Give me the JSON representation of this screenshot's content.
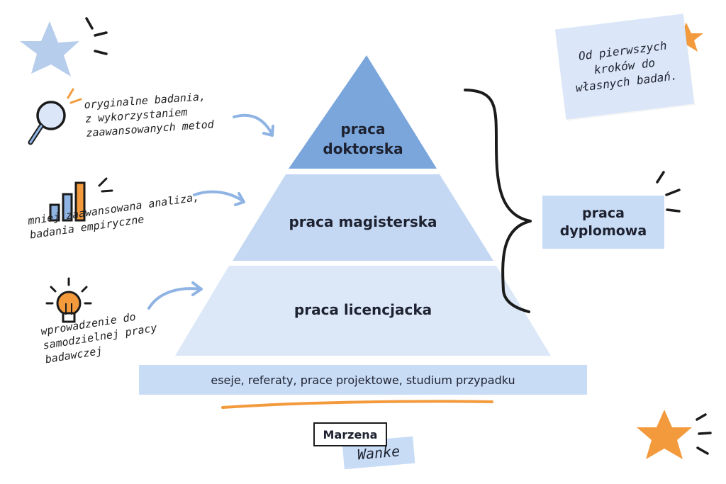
{
  "pyramid": {
    "top": "praca\ndoktorska",
    "middle": "praca magisterska",
    "bottom": "praca licencjacka",
    "base": "eseje, referaty, prace projektowe, studium przypadku"
  },
  "annotations": {
    "top": "oryginalne badania,\nz wykorzystaniem\nzaawansowanych metod",
    "middle": "mniej zaawansowana analiza,\nbadania empiryczne",
    "bottom": "wprowadzenie do\nsamodzielnej pracy\nbadawczej"
  },
  "note": "Od pierwszych\nkroków do\nwłasnych badań.",
  "brace_label": "praca\ndyplomowa",
  "logo": {
    "line1": "Marzena",
    "line2": "Wanke"
  },
  "icons": [
    "magnifier-icon",
    "bar-chart-icon",
    "lightbulb-icon",
    "star-icon"
  ],
  "colors": {
    "top": "#7aa6dc",
    "middle": "#c4d8f3",
    "bottom": "#dce8f8",
    "base": "#c9dcf6",
    "accent": "#f39a3d",
    "ink": "#1b1b1b",
    "arrow": "#8fb4e3"
  }
}
